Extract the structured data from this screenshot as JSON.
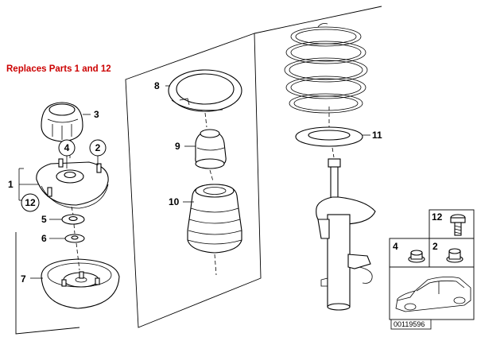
{
  "note": {
    "text": "Replaces Parts 1 and 12",
    "color": "#cc0000"
  },
  "callouts": {
    "c1": "1",
    "c2": "2",
    "c3": "3",
    "c4": "4",
    "c5": "5",
    "c6": "6",
    "c7": "7",
    "c8": "8",
    "c9": "9",
    "c10": "10",
    "c11": "11",
    "c12": "12"
  },
  "inset": {
    "c12": "12",
    "c4": "4",
    "c2": "2"
  },
  "catalog_number": "00119596"
}
